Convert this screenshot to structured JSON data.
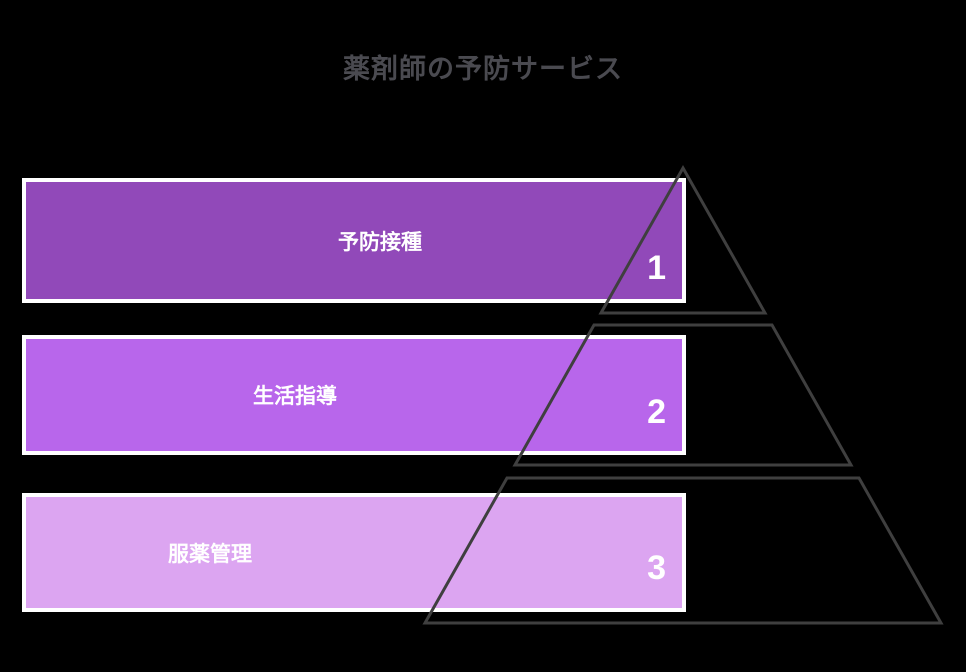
{
  "title": {
    "text": "薬剤師の予防サービス",
    "color": "#4a4a50"
  },
  "canvas": {
    "background": "#000000"
  },
  "pyramid": {
    "type": "pyramid-diagram",
    "outline_color": "#3f3f3f",
    "bar_border_color": "#ffffff",
    "levels": [
      {
        "rank": "1",
        "label": "予防接種",
        "fill": "#9149b9",
        "text_color": "#ffffff"
      },
      {
        "rank": "2",
        "label": "生活指導",
        "fill": "#b866eb",
        "text_color": "#ffffff"
      },
      {
        "rank": "3",
        "label": "服薬管理",
        "fill": "#dca5f1",
        "text_color": "#ffffff"
      }
    ]
  }
}
